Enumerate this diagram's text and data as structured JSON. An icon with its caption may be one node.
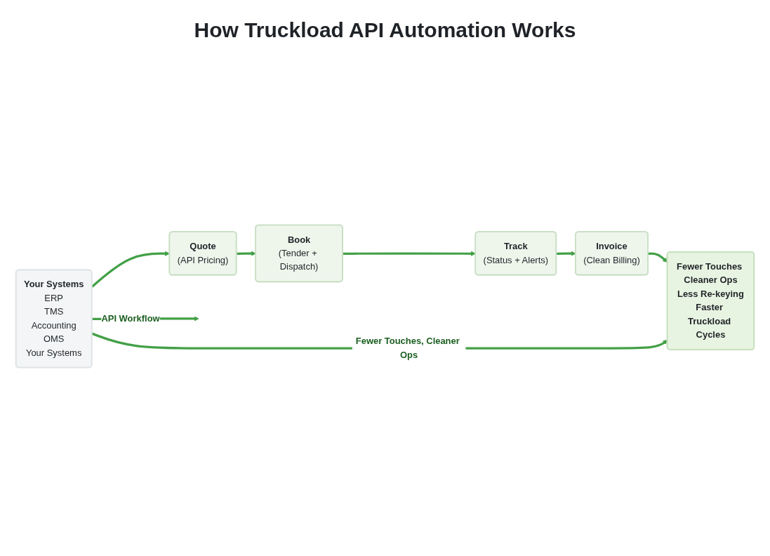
{
  "diagram": {
    "title": "How Truckload API Automation Works",
    "nodes": [
      {
        "text": [
          "Your Systems",
          "ERP",
          "TMS",
          "Accounting",
          "OMS",
          "Your Systems"
        ]
      },
      {
        "text": [
          "Quote",
          "(API Pricing)"
        ]
      },
      {
        "text": [
          "Book",
          "(Tender + Dispatch)"
        ]
      },
      {
        "text": [
          "Track",
          "(Status + Alerts)"
        ]
      },
      {
        "text": [
          "Invoice",
          "(Clean Billing)"
        ]
      },
      {
        "text": [
          "Fewer Touches Cleaner Ops",
          "Less Re-keying",
          "Faster Truckload Cycles"
        ]
      }
    ],
    "edges": [
      {
        "from": 0,
        "to": null,
        "arrow": "to",
        "label": "API Workflow"
      },
      {
        "from": 0,
        "to": 1,
        "arrow": "to"
      },
      {
        "from": 1,
        "to": 2,
        "arrow": "to"
      },
      {
        "from": 2,
        "to": 3,
        "arrow": "to"
      },
      {
        "from": 3,
        "to": 4,
        "arrow": "to"
      },
      {
        "from": 4,
        "to": 5,
        "arrow": "to"
      },
      {
        "from": 0,
        "to": 5,
        "arrow": "to",
        "label": "Fewer Touches, Cleaner Ops"
      }
    ]
  }
}
